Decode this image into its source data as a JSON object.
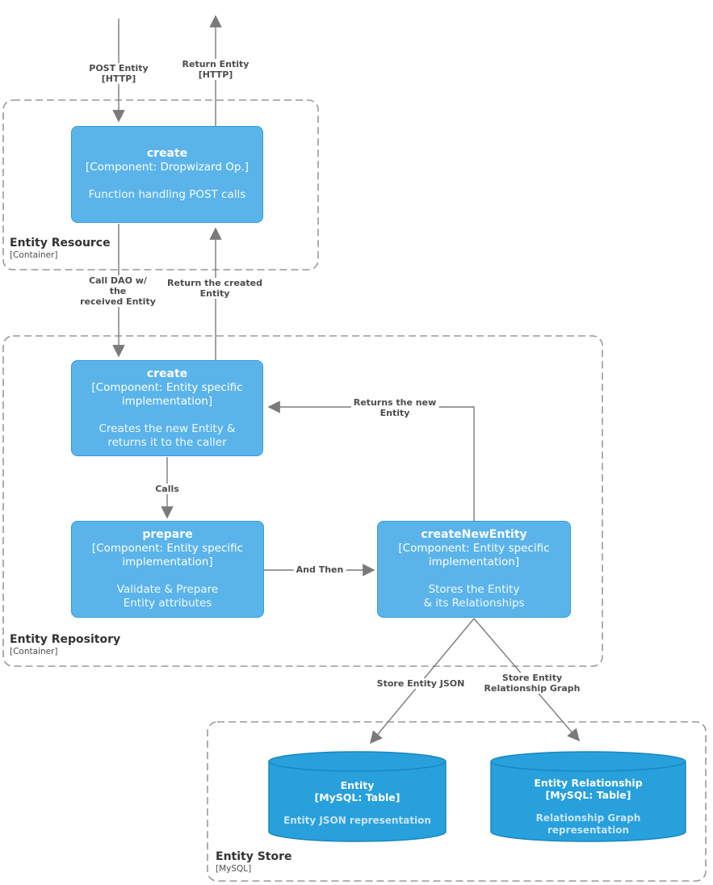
{
  "colors": {
    "component_fill": "#5AB4EA",
    "component_border": "#2F9DDC",
    "database_fill": "#27A0DB",
    "database_border": "#1A87BE",
    "line_gray": "#7A7A7A",
    "boundary_dash": "#999999",
    "label_text": "#4C4C4C"
  },
  "containers": {
    "resource": {
      "title": "Entity Resource",
      "type": "[Container]"
    },
    "repository": {
      "title": "Entity Repository",
      "type": "[Container]"
    },
    "store": {
      "title": "Entity Store",
      "type": "[MySQL]"
    }
  },
  "components": {
    "create_resource": {
      "title": "create",
      "meta": [
        "[Component: Dropwizard Op.]"
      ],
      "desc": [
        "Function handling POST calls"
      ]
    },
    "create_repository": {
      "title": "create",
      "meta": [
        "[Component: Entity specific",
        "implementation]"
      ],
      "desc": [
        "Creates the new Entity &",
        "returns it to the caller"
      ]
    },
    "prepare": {
      "title": "prepare",
      "meta": [
        "[Component: Entity specific",
        "implementation]"
      ],
      "desc": [
        "Validate & Prepare",
        "Entity attributes"
      ]
    },
    "create_new_entity": {
      "title": "createNewEntity",
      "meta": [
        "[Component: Entity specific",
        "implementation]"
      ],
      "desc": [
        "Stores the Entity",
        "& its Relationships"
      ]
    }
  },
  "databases": {
    "entity": {
      "title": "Entity",
      "meta": "[MySQL: Table]",
      "desc": [
        "Entity JSON representation"
      ]
    },
    "entity_relationship": {
      "title": "Entity Relationship",
      "meta": "[MySQL: Table]",
      "desc": [
        "Relationship Graph",
        "representation"
      ]
    }
  },
  "flows": {
    "post_entity": [
      "POST Entity",
      "[HTTP]"
    ],
    "return_entity": [
      "Return Entity",
      "[HTTP]"
    ],
    "call_dao": [
      "Call DAO w/",
      "the",
      "received Entity"
    ],
    "return_created": [
      "Return the created",
      "Entity"
    ],
    "calls": [
      "Calls"
    ],
    "and_then": [
      "And Then"
    ],
    "returns_new": [
      "Returns the new",
      "Entity"
    ],
    "store_json": [
      "Store Entity JSON"
    ],
    "store_graph": [
      "Store Entity",
      "Relationship Graph"
    ]
  }
}
